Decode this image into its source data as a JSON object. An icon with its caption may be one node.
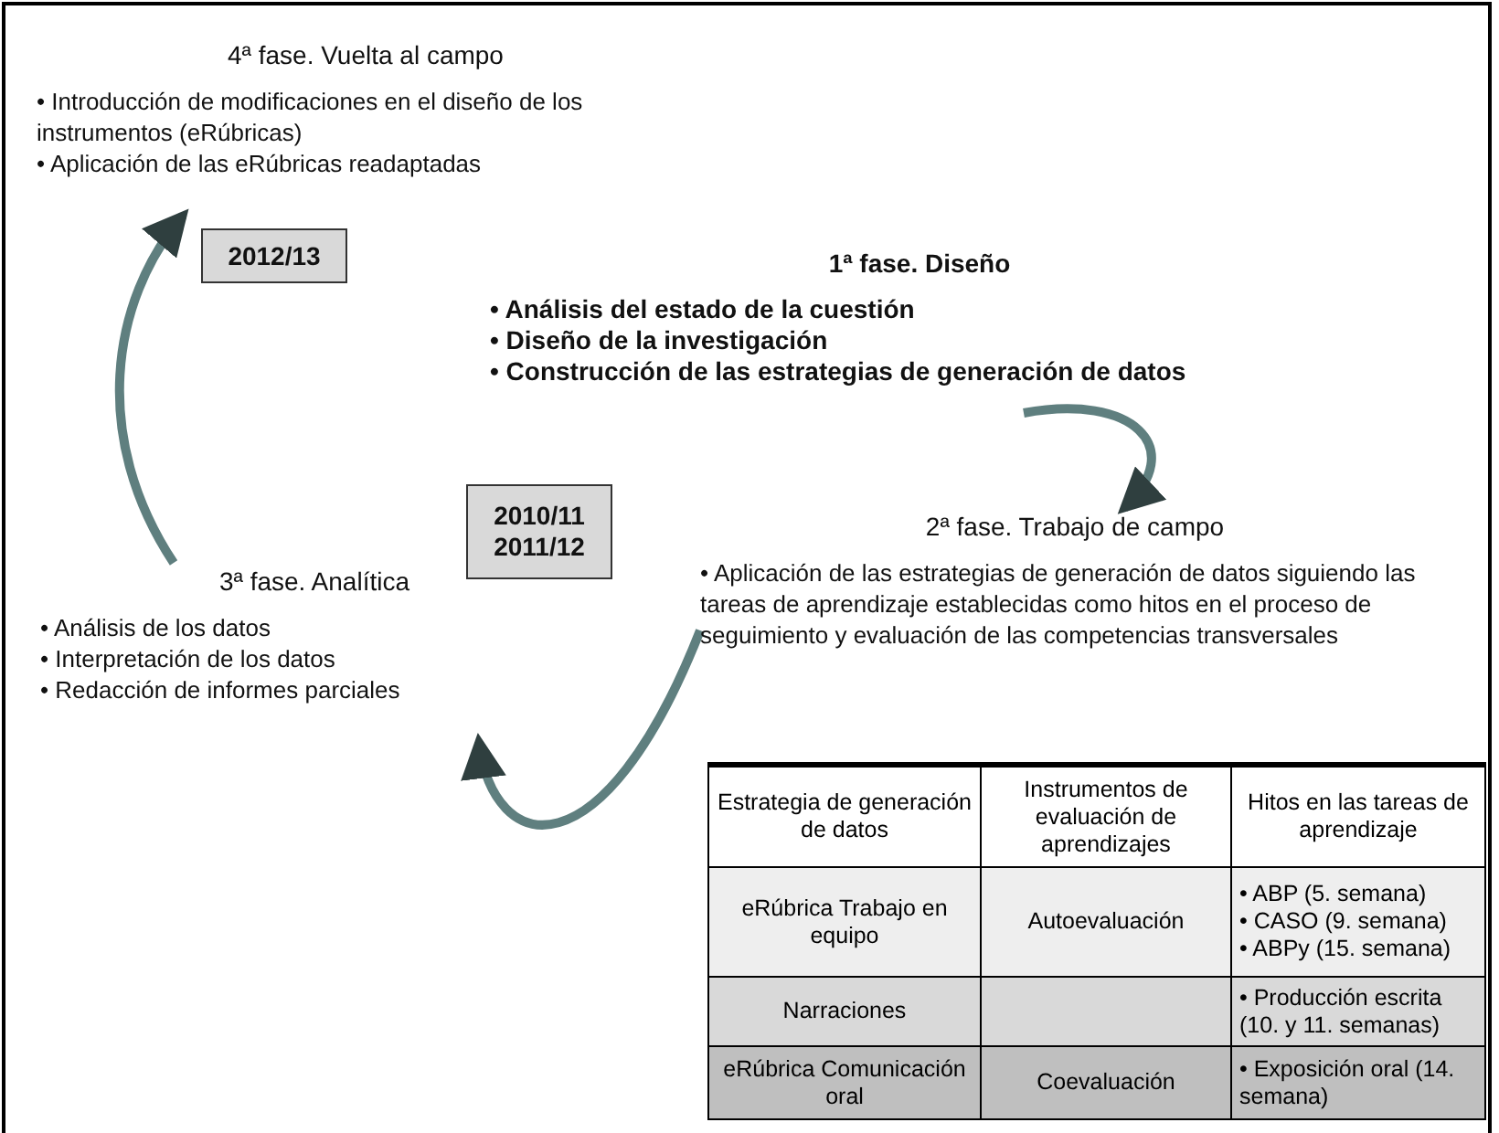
{
  "diagram": {
    "nodes": [
      {
        "text": [
          "4ª fase. Vuelta al campo",
          "• Introducción de modificaciones en el diseño de los instrumentos (eRúbricas)",
          "• Aplicación de las eRúbricas readaptadas"
        ]
      },
      {
        "text": [
          "2012/13"
        ]
      },
      {
        "text": [
          "1ª fase. Diseño",
          "• Análisis del estado de la cuestión",
          "• Diseño de la investigación",
          "• Construcción de las estrategias de generación de datos"
        ]
      },
      {
        "text": [
          "2ª fase. Trabajo de campo",
          "• Aplicación de las estrategias de generación de datos siguiendo las tareas de aprendizaje establecidas como hitos en el proceso de seguimiento y evaluación de las competencias transversales"
        ]
      },
      {
        "text": [
          "2010/11 2011/12"
        ]
      },
      {
        "text": [
          "3ª fase. Analítica",
          "• Análisis de los datos",
          "• Interpretación de los datos",
          "• Redacción de informes parciales"
        ]
      }
    ],
    "edges": [
      {
        "from": 2,
        "to": 3,
        "arrow": "to"
      },
      {
        "from": 3,
        "to": 5,
        "arrow": "to"
      },
      {
        "from": 5,
        "to": 0,
        "arrow": "to"
      }
    ],
    "labels": [
      "Estrategia de generación de datos",
      "Instrumentos de evaluación de aprendizajes",
      "Hitos en las tareas de aprendizaje",
      "eRúbrica Trabajo en equipo",
      "Autoevaluación",
      "• ABP (5. semana)",
      "• CASO (9. semana)",
      "• ABPy (15. semana)",
      "Narraciones",
      "• Producción escrita (10. y 11. semanas)",
      "eRúbrica Comunicación oral",
      "Coevaluación",
      "• Exposición oral (14. semana)"
    ]
  }
}
